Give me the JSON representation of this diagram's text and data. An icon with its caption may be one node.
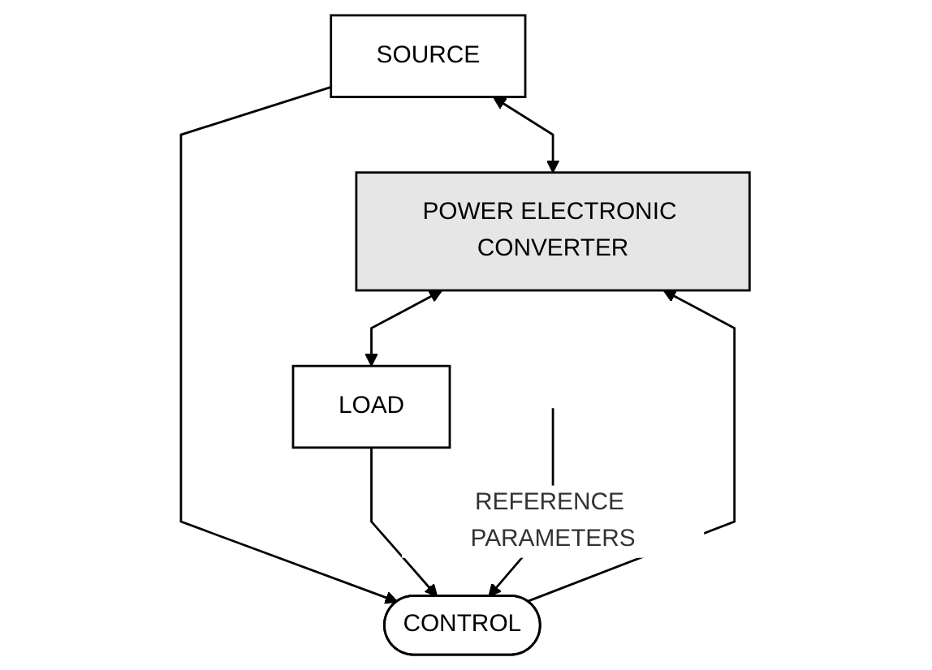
{
  "diagram": {
    "nodes": [
      {
        "text": [
          "SOURCE"
        ]
      },
      {
        "text": [
          "POWER ELECTRONIC CONVERTER"
        ]
      },
      {
        "text": [
          "LOAD"
        ]
      },
      {
        "text": [
          "CONTROL"
        ]
      }
    ],
    "edges": [
      {
        "from": 0,
        "to": 1,
        "arrow": "both"
      },
      {
        "from": 1,
        "to": 2,
        "arrow": "both"
      },
      {
        "from": 0,
        "to": 3,
        "arrow": "to"
      },
      {
        "from": 2,
        "to": 3,
        "arrow": "to"
      },
      {
        "from": 3,
        "to": 1,
        "arrow": "to"
      },
      {
        "from": null,
        "to": 3,
        "arrow": "to",
        "label": "REFERENCE PARAMETERS"
      }
    ]
  }
}
